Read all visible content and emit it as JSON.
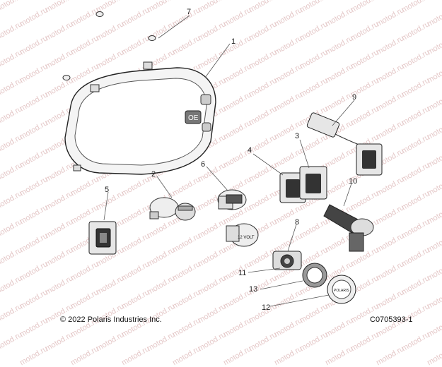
{
  "watermark": {
    "text": "motod.ru"
  },
  "parts": [
    {
      "id": "callout-1",
      "label": "1"
    },
    {
      "id": "callout-2",
      "label": "2"
    },
    {
      "id": "callout-3",
      "label": "3"
    },
    {
      "id": "callout-4",
      "label": "4"
    },
    {
      "id": "callout-5",
      "label": "5"
    },
    {
      "id": "callout-6",
      "label": "6"
    },
    {
      "id": "callout-7",
      "label": "7"
    },
    {
      "id": "callout-8",
      "label": "8"
    },
    {
      "id": "callout-9",
      "label": "9"
    },
    {
      "id": "callout-10",
      "label": "10"
    },
    {
      "id": "callout-11",
      "label": "11"
    },
    {
      "id": "callout-12",
      "label": "12"
    },
    {
      "id": "callout-13",
      "label": "13"
    }
  ],
  "component_text": {
    "cluster_badge": "OE",
    "accessory_outlet_label": "12 VOLT",
    "usb_outlet_label": "POLARIS"
  },
  "footer": {
    "copyright": "© 2022 Polaris Industries Inc.",
    "figure_code": "C0705393-1"
  }
}
